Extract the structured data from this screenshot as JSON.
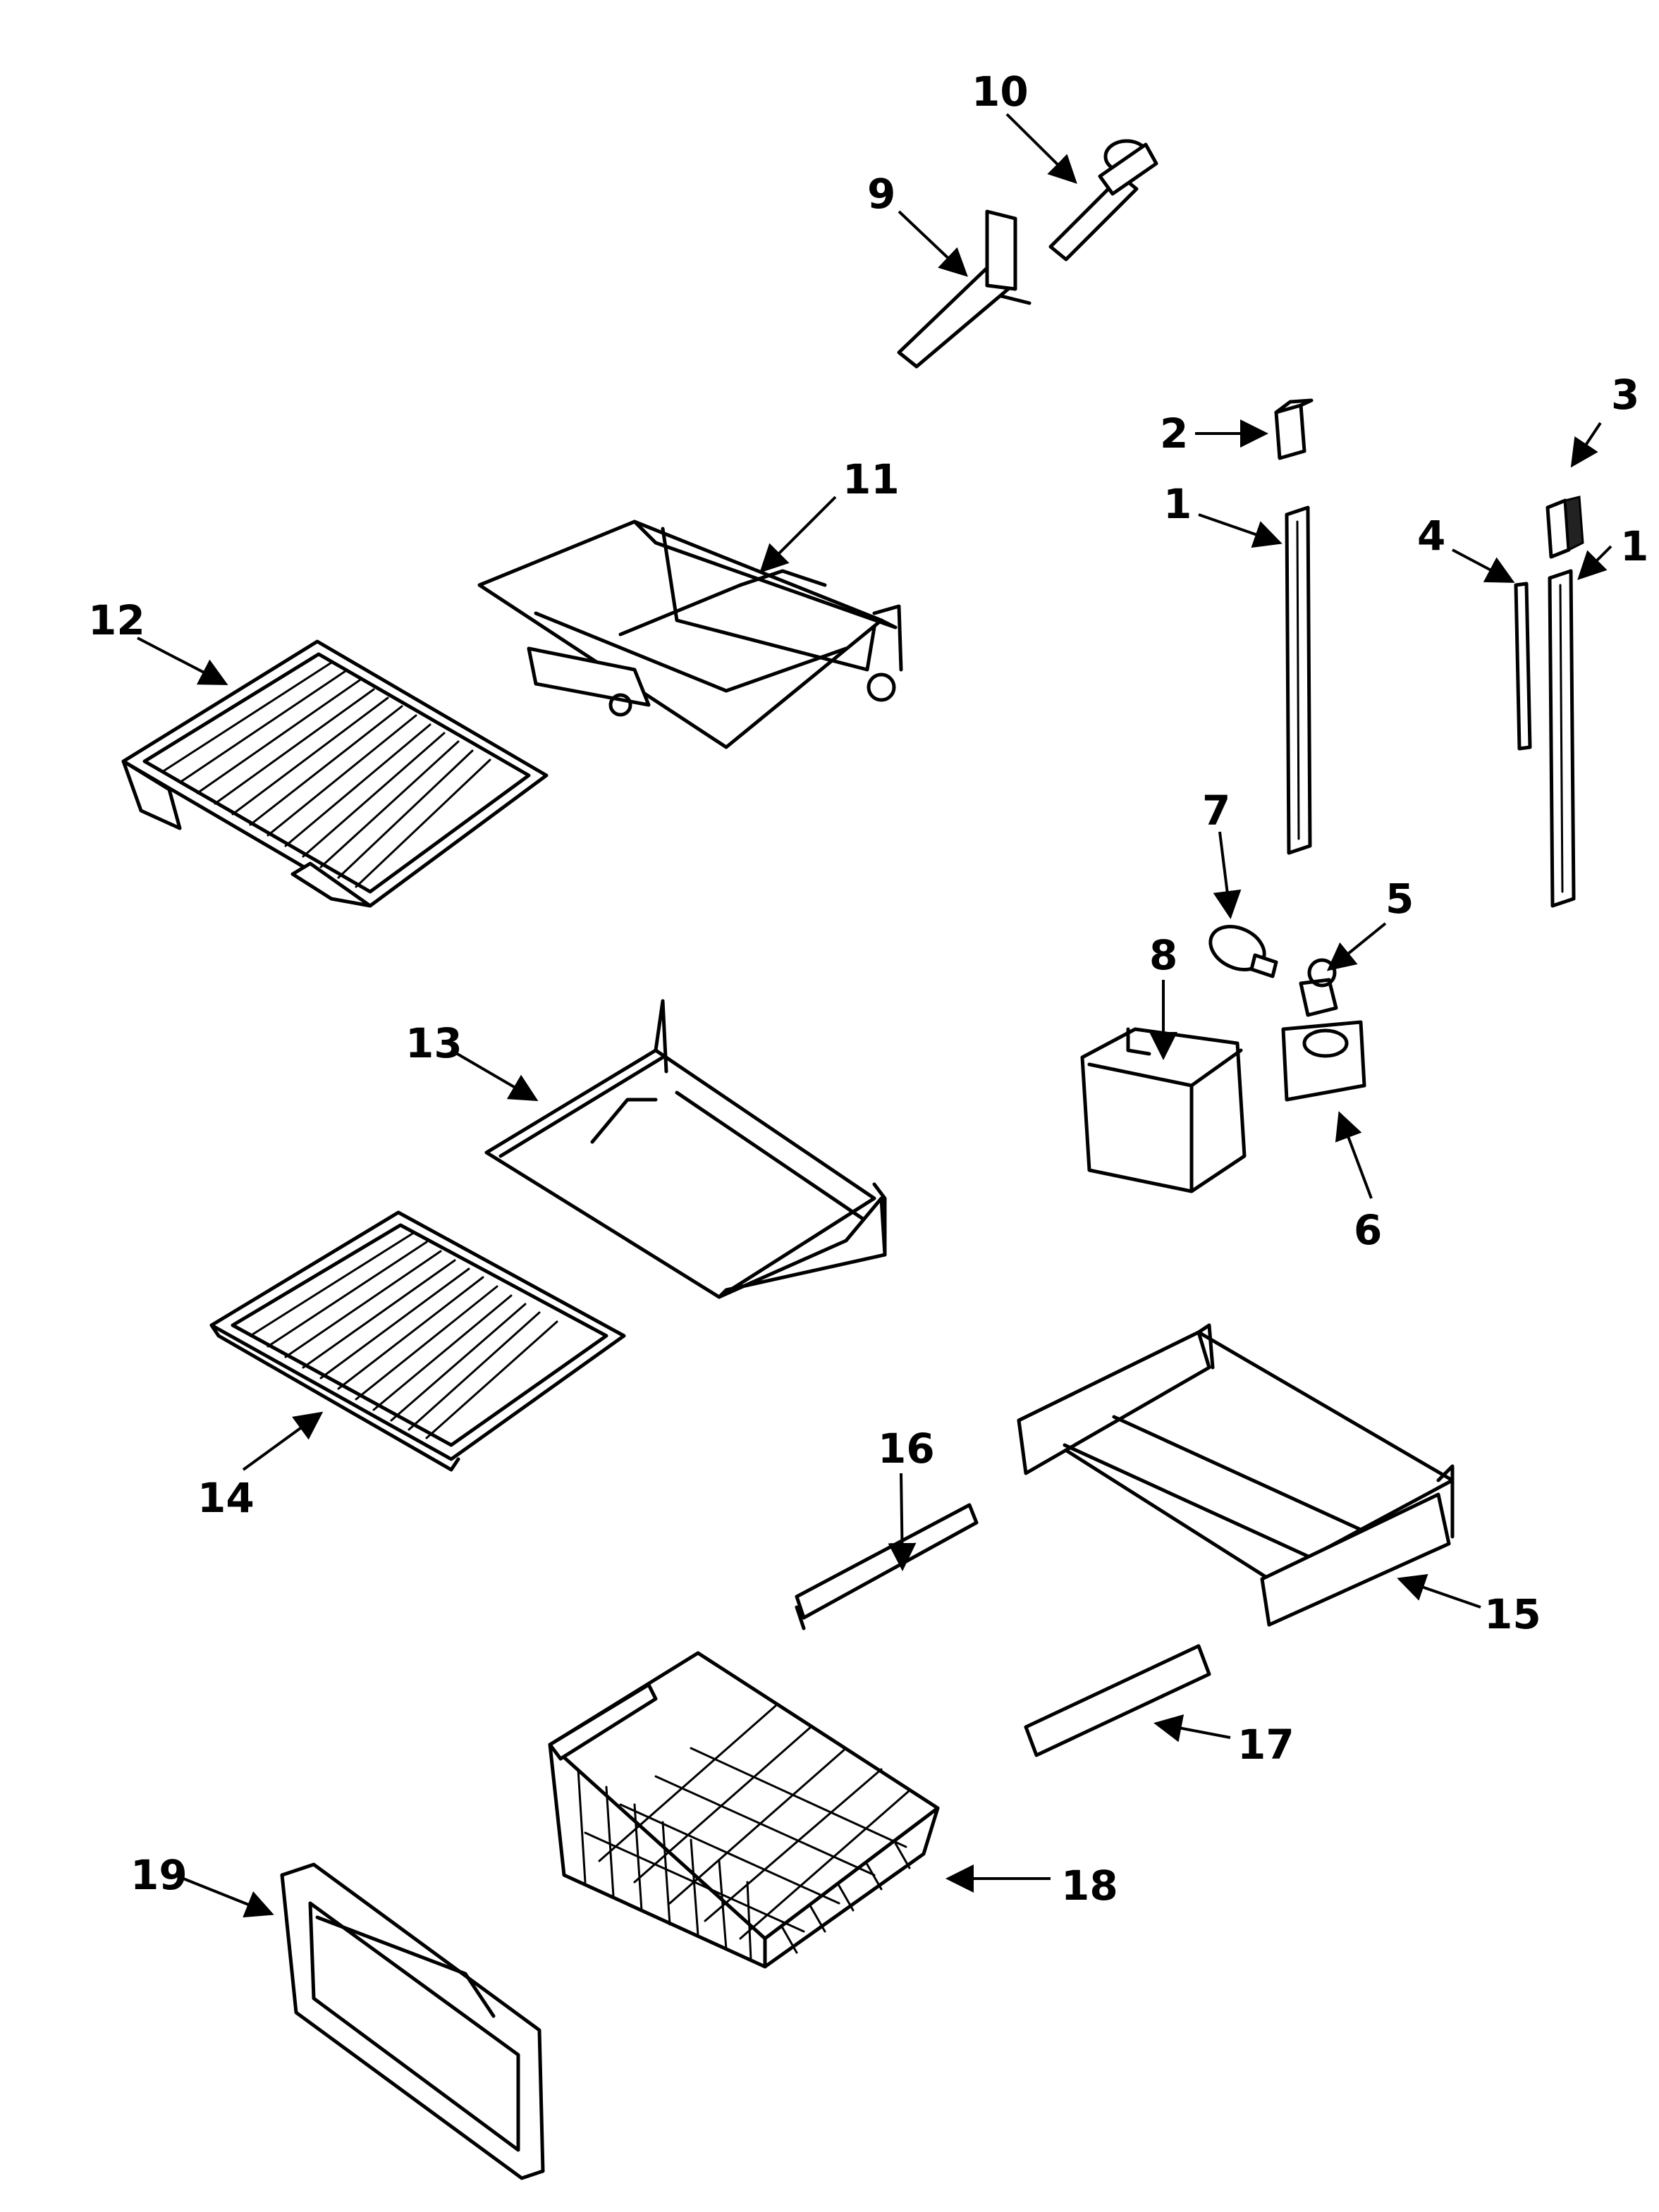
{
  "callouts": [
    {
      "id": "c10",
      "label": "10"
    },
    {
      "id": "c9",
      "label": "9"
    },
    {
      "id": "c2",
      "label": "2"
    },
    {
      "id": "c3",
      "label": "3"
    },
    {
      "id": "c1a",
      "label": "1"
    },
    {
      "id": "c1b",
      "label": "1"
    },
    {
      "id": "c4",
      "label": "4"
    },
    {
      "id": "c11",
      "label": "11"
    },
    {
      "id": "c12",
      "label": "12"
    },
    {
      "id": "c7",
      "label": "7"
    },
    {
      "id": "c5",
      "label": "5"
    },
    {
      "id": "c8",
      "label": "8"
    },
    {
      "id": "c6",
      "label": "6"
    },
    {
      "id": "c13",
      "label": "13"
    },
    {
      "id": "c14",
      "label": "14"
    },
    {
      "id": "c16",
      "label": "16"
    },
    {
      "id": "c15",
      "label": "15"
    },
    {
      "id": "c17",
      "label": "17"
    },
    {
      "id": "c18",
      "label": "18"
    },
    {
      "id": "c19",
      "label": "19"
    }
  ]
}
